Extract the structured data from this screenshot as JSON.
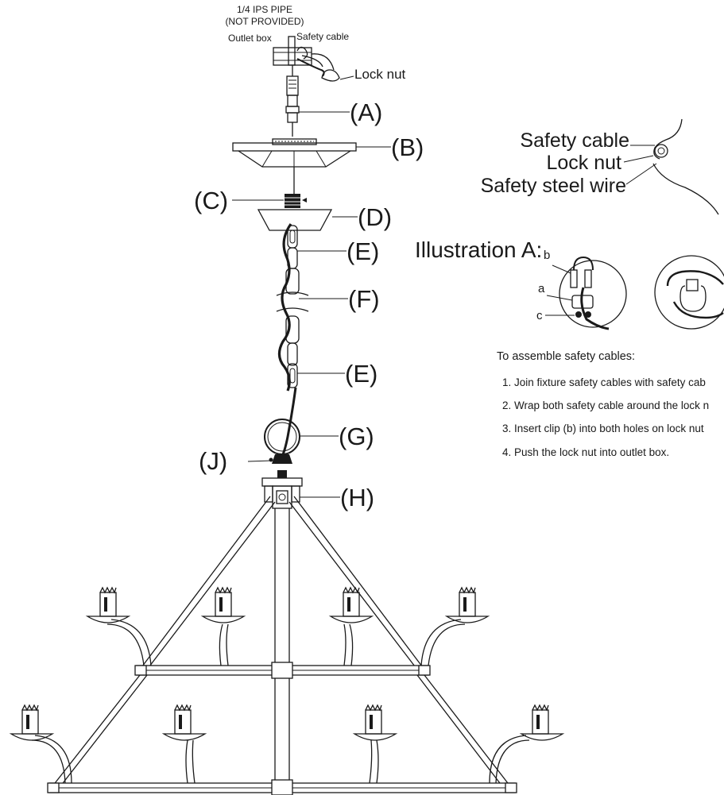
{
  "top_labels": {
    "pipe_line1": "1/4 IPS PIPE",
    "pipe_line2": "(NOT PROVIDED)",
    "outlet_box": "Outlet box",
    "safety_cable": "Safety cable",
    "lock_nut": "Lock nut"
  },
  "parts": {
    "A": "(A)",
    "B": "(B)",
    "C": "(C)",
    "D": "(D)",
    "E1": "(E)",
    "F": "(F)",
    "E2": "(E)",
    "G": "(G)",
    "J": "(J)",
    "H": "(H)"
  },
  "detail_labels": {
    "safety_cable": "Safety cable",
    "lock_nut": "Lock nut",
    "safety_steel_wire": "Safety steel wire"
  },
  "illustration": {
    "title": "Illustration A:",
    "letter_a": "a",
    "letter_b": "b",
    "letter_c": "c"
  },
  "instructions": {
    "heading": "To assemble safety cables:",
    "steps": [
      "1. Join fixture safety cables with safety cab",
      "2. Wrap both safety cable around the lock n",
      "3. Insert clip (b) into both holes on lock nut",
      "4. Push the lock nut into outlet box."
    ]
  }
}
